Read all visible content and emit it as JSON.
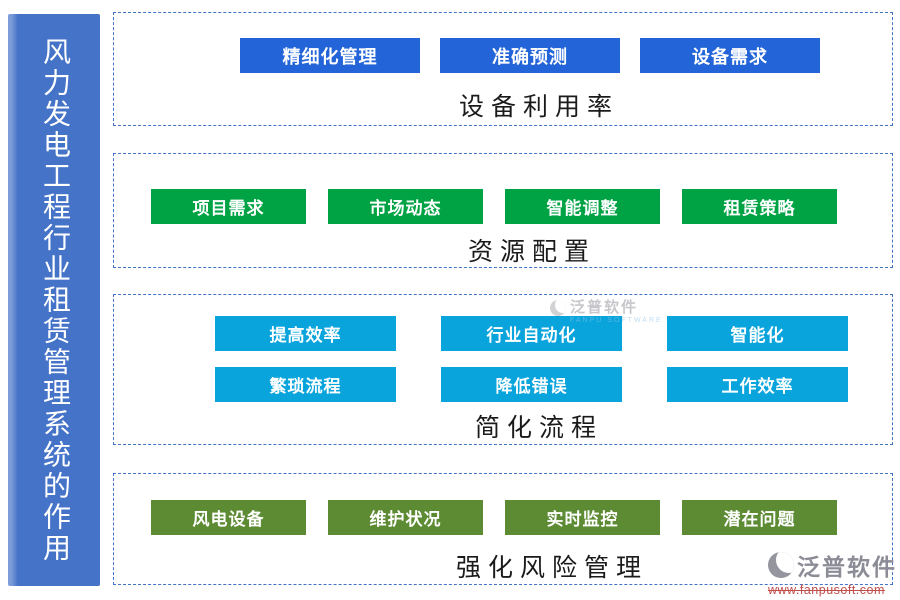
{
  "sidebar": {
    "title": "风力发电工程行业租赁管理系统的作用",
    "color": "#4573C7"
  },
  "sections": [
    {
      "id": "equipment-utilization",
      "label": "设备利用率",
      "color": "#2365D9",
      "buttons": [
        "精细化管理",
        "准确预测",
        "设备需求"
      ]
    },
    {
      "id": "resource-allocation",
      "label": "资源配置",
      "color": "#00A344",
      "buttons": [
        "项目需求",
        "市场动态",
        "智能调整",
        "租赁策略"
      ]
    },
    {
      "id": "simplify-process",
      "label": "简化流程",
      "color": "#09A4DC",
      "buttons": [
        "提高效率",
        "行业自动化",
        "智能化",
        "繁琐流程",
        "降低错误",
        "工作效率"
      ]
    },
    {
      "id": "risk-management",
      "label": "强化风险管理",
      "color": "#5D8B33",
      "buttons": [
        "风电设备",
        "维护状况",
        "实时监控",
        "潜在问题"
      ]
    }
  ],
  "watermark": {
    "text": "泛普软件",
    "subtext": "FANPU SOFTWARE"
  },
  "logo": {
    "name": "泛普软件",
    "url": "www.fanpusoft.com",
    "text_color": "#8C8C96",
    "url_color": "#C0504D"
  },
  "border_color": "#4472C4"
}
